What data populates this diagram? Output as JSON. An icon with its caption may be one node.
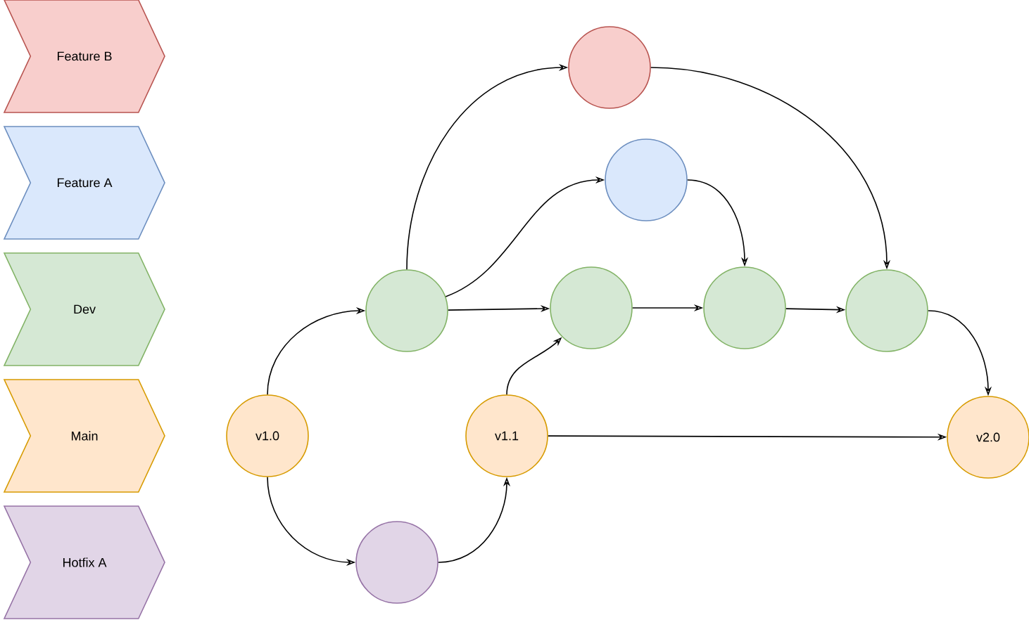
{
  "diagram": {
    "nodes": [
      {
        "text": [
          "Feature B"
        ]
      },
      {
        "text": [
          "Feature A"
        ]
      },
      {
        "text": [
          "Dev"
        ]
      },
      {
        "text": [
          "Main"
        ]
      },
      {
        "text": [
          "Hotfix A"
        ]
      },
      {
        "text": [],
        "shape": "circle"
      },
      {
        "text": [],
        "shape": "circle"
      },
      {
        "text": [],
        "shape": "circle"
      },
      {
        "text": [],
        "shape": "circle"
      },
      {
        "text": [],
        "shape": "circle"
      },
      {
        "text": [],
        "shape": "circle"
      },
      {
        "text": [
          "v1.0"
        ]
      },
      {
        "text": [
          "v1.1"
        ]
      },
      {
        "text": [
          "v2.0"
        ]
      },
      {
        "text": [],
        "shape": "circle"
      }
    ],
    "edges": [
      {
        "from": 11,
        "to": 7,
        "arrow": "to"
      },
      {
        "from": 11,
        "to": 14,
        "arrow": "to"
      },
      {
        "from": 14,
        "to": 12,
        "arrow": "to"
      },
      {
        "from": 12,
        "to": 8,
        "arrow": "to"
      },
      {
        "from": 12,
        "to": 13,
        "arrow": "to"
      },
      {
        "from": 7,
        "to": 5,
        "arrow": "to"
      },
      {
        "from": 7,
        "to": 6,
        "arrow": "to"
      },
      {
        "from": 7,
        "to": 8,
        "arrow": "to"
      },
      {
        "from": 8,
        "to": 9,
        "arrow": "to"
      },
      {
        "from": 9,
        "to": 10,
        "arrow": "to"
      },
      {
        "from": 6,
        "to": 9,
        "arrow": "to"
      },
      {
        "from": 5,
        "to": 10,
        "arrow": "to"
      },
      {
        "from": 10,
        "to": 13,
        "arrow": "to"
      }
    ]
  }
}
